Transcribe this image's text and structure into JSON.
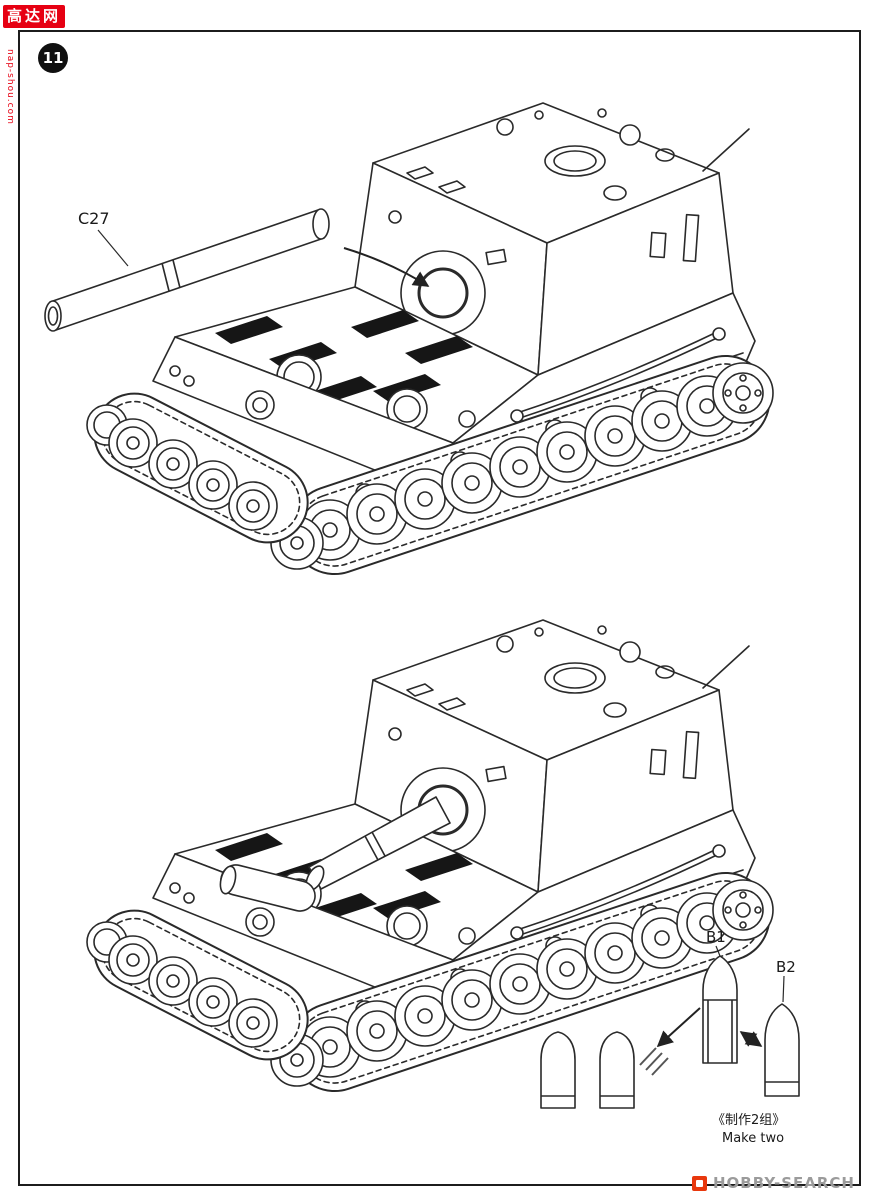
{
  "page": {
    "step_number": "11"
  },
  "watermark": {
    "site_name": "高达网",
    "site_url": "nap-shou.com"
  },
  "parts": {
    "barrel": "C27",
    "shell_full": "B1",
    "shell_projectile": "B2"
  },
  "notes": {
    "make_two_zh": "《制作2组》",
    "make_two_en": "Make two"
  },
  "footer": {
    "logo_text": "HOBBY-SEARCH"
  },
  "colors": {
    "line": "#2a2a2a",
    "watermark_red": "#e60012",
    "footer_red": "#e8380d",
    "footer_gray": "#9b9b9b",
    "grille_black": "#161616"
  }
}
